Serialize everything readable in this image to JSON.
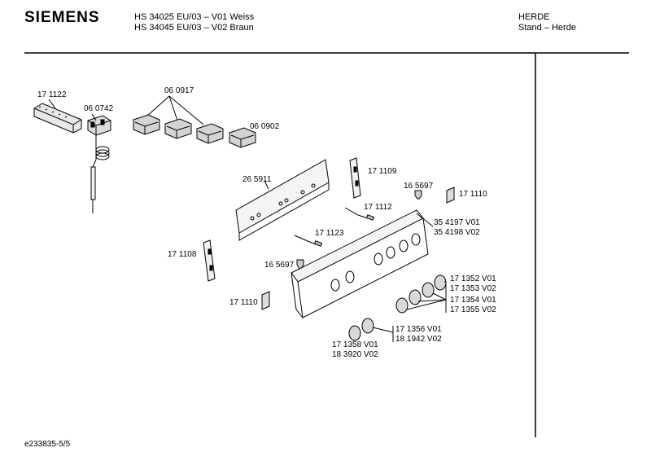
{
  "header": {
    "brand": "SIEMENS",
    "model_line_1": "HS 34025 EU/03 – V01 Weiss",
    "model_line_2": "HS 34045 EU/03 – V02 Braun",
    "category": "HERDE",
    "subcategory": "Stand – Herde"
  },
  "parts": {
    "p171122": "17 1122",
    "p060742": "06 0742",
    "p060917": "06 0917",
    "p060902": "06 0902",
    "p265911": "26 5911",
    "p171109": "17 1109",
    "p165697a": "16 5697",
    "p171110a": "17 1110",
    "p171112": "17 1112",
    "p354197": "35 4197 V01",
    "p354198": "35 4198 V02",
    "p171123": "17 1123",
    "p171108": "17 1108",
    "p165697b": "16 5697",
    "p171352": "17 1352 V01",
    "p171353": "17 1353 V02",
    "p171110b": "17 1110",
    "p171354": "17 1354 V01",
    "p171355": "17 1355 V02",
    "p171356": "17 1356 V01",
    "p181942": "18 1942 V02",
    "p171358": "17 1358 V01",
    "p183920": "18 3920 V02"
  },
  "footer": {
    "doc_id": "e233835-5/5"
  }
}
